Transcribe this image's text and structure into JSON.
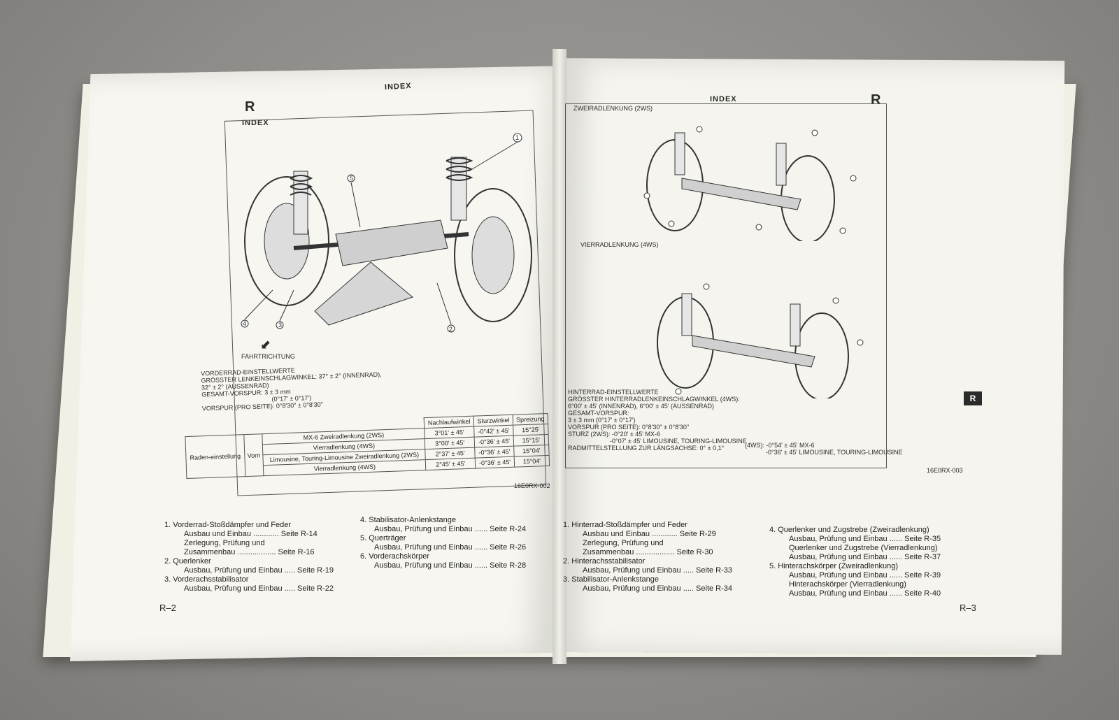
{
  "left_page": {
    "letter": "R",
    "header_center": "INDEX",
    "section_title": "INDEX",
    "direction_label": "FAHRTRICHTUNG",
    "specs": [
      "VORDERRAD-EINSTELLWERTE",
      "GRÖSSTER LENKEINSCHLAGWINKEL: 37° ± 2° (INNENRAD),",
      "32° ± 2° (AUSSENRAD)",
      "GESAMT-VORSPUR: 3 ± 3 mm",
      "(0°17' ± 0°17')",
      "VORSPUR (PRO SEITE): 0°8'30\" ± 0°8'30\""
    ],
    "table": {
      "headers": [
        "Nachlaufwinkel",
        "Sturzwinkel",
        "Spreizung"
      ],
      "row_group": "Raden-einstellung",
      "position": "Vorn",
      "rows": [
        {
          "model": "MX-6",
          "variant": "Zweiradlenkung (2WS)",
          "nach": "3°01' ± 45'",
          "sturz": "-0°42' ± 45'",
          "spreiz": "15°25'"
        },
        {
          "model": "",
          "variant": "Vierradlenkung (4WS)",
          "nach": "3°00' ± 45'",
          "sturz": "-0°36' ± 45'",
          "spreiz": "15°15'"
        },
        {
          "model": "Limousine, Touring-Limousine",
          "variant": "Zweiradlenkung (2WS)",
          "nach": "2°37' ± 45'",
          "sturz": "-0°36' ± 45'",
          "spreiz": "15°04'"
        },
        {
          "model": "",
          "variant": "Vierradlenkung (4WS)",
          "nach": "2°45' ± 45'",
          "sturz": "-0°36' ± 45'",
          "spreiz": "15°04'"
        }
      ]
    },
    "figure_code": "16E0RX-002",
    "toc_left": [
      "1.  Vorderrad-Stoßdämpfer und Feder",
      "Ausbau und Einbau ............ Seite R-14",
      "Zerlegung, Prüfung und",
      "Zusammenbau .................. Seite R-16",
      "2.  Querlenker",
      "Ausbau, Prüfung und Einbau ..... Seite R-19",
      "3.  Vorderachsstabilisator",
      "Ausbau, Prüfung und Einbau ..... Seite R-22"
    ],
    "toc_right": [
      "4.  Stabilisator-Anlenkstange",
      "Ausbau, Prüfung und Einbau ...... Seite R-24",
      "5.  Querträger",
      "Ausbau, Prüfung und Einbau ...... Seite R-26",
      "6.  Vorderachskörper",
      "Ausbau, Prüfung und Einbau ...... Seite R-28"
    ],
    "page_number": "R–2"
  },
  "right_page": {
    "letter": "R",
    "header_center": "INDEX",
    "label_2ws": "ZWEIRADLENKUNG (2WS)",
    "label_4ws": "VIERRADLENKUNG (4WS)",
    "specs": [
      "HINTERRAD-EINSTELLWERTE",
      "GRÖSSTER HINTERRADLENKEINSCHLAGWINKEL (4WS):",
      "6°00' ± 45' (INNENRAD), 6°00' ± 45' (AUSSENRAD)",
      "GESAMT-VORSPUR:",
      "3 ± 3 mm (0°17' ± 0°17')",
      "VORSPUR (PRO SEITE): 0°8'30\" ± 0°8'30\"",
      "STURZ (2WS): -0°20' ± 45' MX-6",
      "-0°07' ± 45' LIMOUSINE, TOURING-LIMOUSINE",
      "RADMITTELSTELLUNG ZUR LÄNGSACHSE: 0° ± 0,1°"
    ],
    "specs_4ws": [
      "(4WS): -0°54' ± 45' MX-6",
      "-0°36' ± 45' LIMOUSINE, TOURING-LIMOUSINE"
    ],
    "figure_code": "16E0RX-003",
    "tab": "R",
    "toc_left": [
      "1.  Hinterrad-Stoßdämpfer und Feder",
      "Ausbau und Einbau ............ Seite R-29",
      "Zerlegung, Prüfung und",
      "Zusammenbau .................. Seite R-30",
      "2.  Hinterachsstabilisator",
      "Ausbau, Prüfung und Einbau ..... Seite R-33",
      "3.  Stabilisator-Anlenkstange",
      "Ausbau, Prüfung und Einbau ..... Seite R-34"
    ],
    "toc_right": [
      "4.  Querlenker und Zugstrebe (Zweiradlenkung)",
      "Ausbau, Prüfung und Einbau ...... Seite R-35",
      "Querlenker und Zugstrebe (Vierradlenkung)",
      "Ausbau, Prüfung und Einbau ...... Seite R-37",
      "5.  Hinterachskörper (Zweiradlenkung)",
      "Ausbau, Prüfung und Einbau ...... Seite R-39",
      "Hinterachskörper (Vierradlenkung)",
      "Ausbau, Prüfung und Einbau ...... Seite R-40"
    ],
    "page_number": "R–3"
  },
  "callouts": [
    "1",
    "2",
    "3",
    "4",
    "5"
  ]
}
